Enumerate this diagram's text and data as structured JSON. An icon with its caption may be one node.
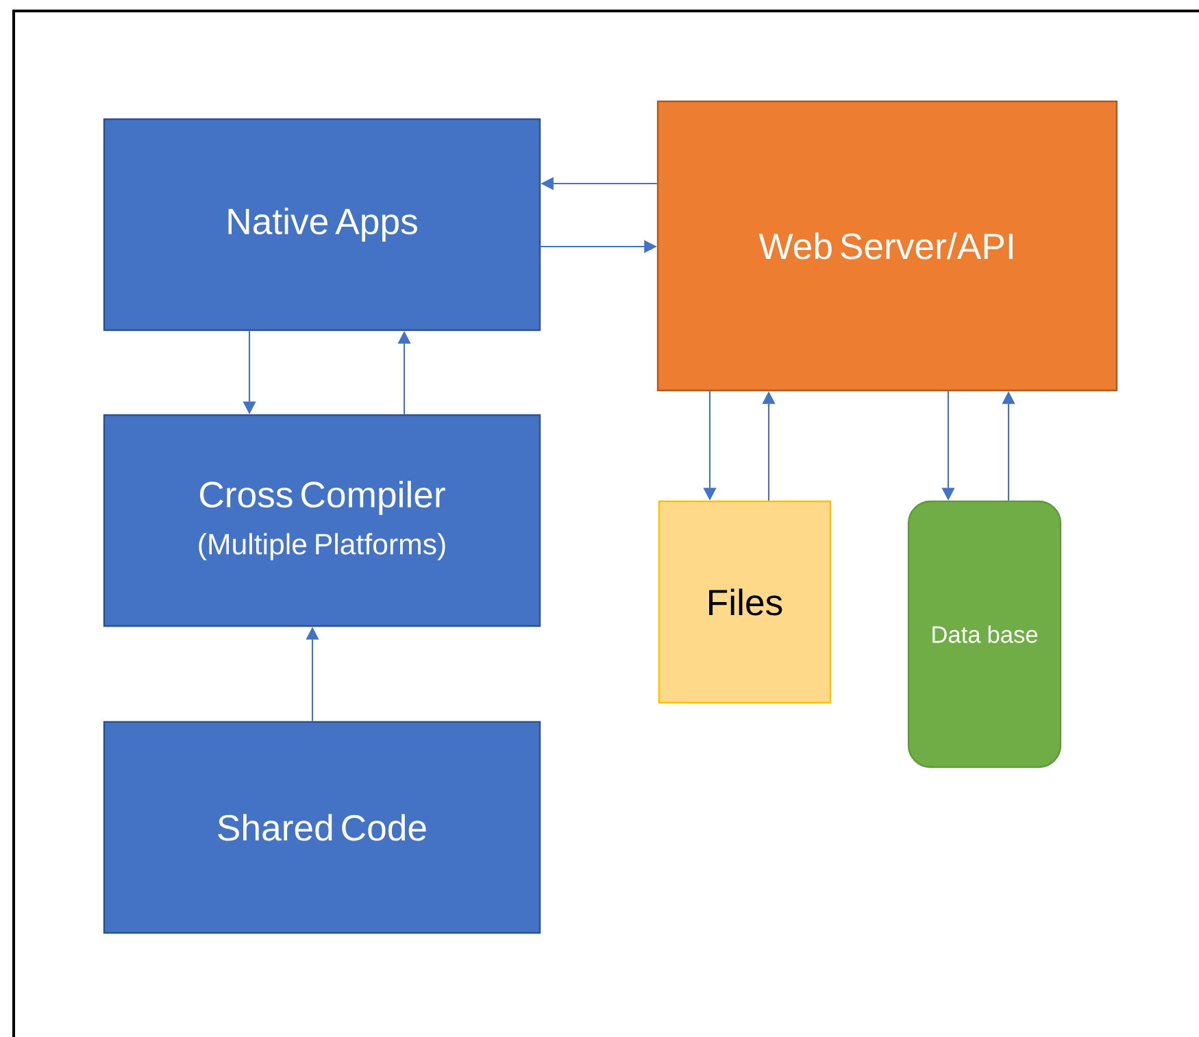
{
  "diagram": {
    "nodes": [
      {
        "text": [
          "Native Apps"
        ]
      },
      {
        "text": [
          "Web Server/API"
        ]
      },
      {
        "text": [
          "Cross Compiler",
          "(Multiple Platforms)"
        ]
      },
      {
        "text": [
          "Shared Code"
        ]
      },
      {
        "text": [
          "Files"
        ]
      },
      {
        "text": [
          "Data base"
        ]
      }
    ],
    "edges": [
      {
        "from": 1,
        "to": 0,
        "arrow": "to"
      },
      {
        "from": 0,
        "to": 1,
        "arrow": "to"
      },
      {
        "from": 0,
        "to": 2,
        "arrow": "to"
      },
      {
        "from": 2,
        "to": 0,
        "arrow": "to"
      },
      {
        "from": 3,
        "to": 2,
        "arrow": "to"
      },
      {
        "from": 1,
        "to": 4,
        "arrow": "to"
      },
      {
        "from": 4,
        "to": 1,
        "arrow": "to"
      },
      {
        "from": 1,
        "to": 5,
        "arrow": "to"
      },
      {
        "from": 5,
        "to": 1,
        "arrow": "to"
      }
    ]
  }
}
